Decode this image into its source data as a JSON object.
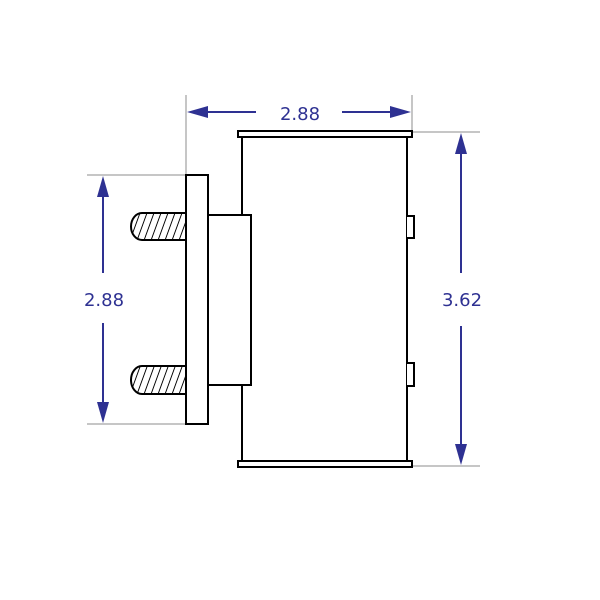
{
  "diagram": {
    "dimension_width": "2.88",
    "dimension_plate_height": "2.88",
    "dimension_total_height": "3.62",
    "units": "inches",
    "colors": {
      "dimension": "#2e3192",
      "outline": "#000000",
      "extension_line": "#b3b3b3"
    }
  }
}
